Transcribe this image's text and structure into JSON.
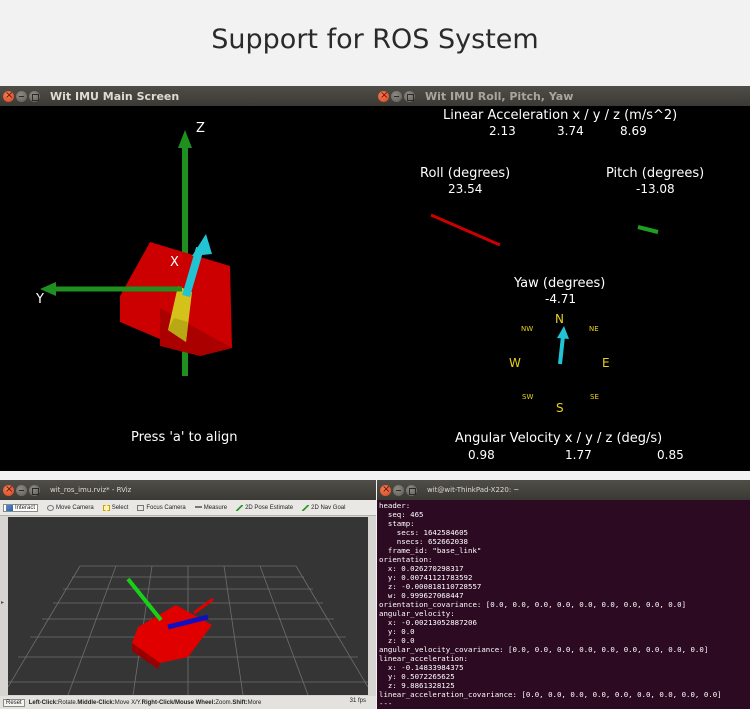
{
  "banner": {
    "title": "Support for ROS System"
  },
  "main_screen": {
    "title": "Wit IMU Main Screen",
    "axis_z": "Z",
    "axis_x": "X",
    "axis_y": "Y",
    "hint": "Press 'a' to align"
  },
  "rpy_screen": {
    "title": "Wit IMU Roll, Pitch, Yaw",
    "accel_label": "Linear Acceleration x / y / z (m/s^2)",
    "accel_x": "2.13",
    "accel_y": "3.74",
    "accel_z": "8.69",
    "roll_label": "Roll (degrees)",
    "roll_value": "23.54",
    "pitch_label": "Pitch (degrees)",
    "pitch_value": "-13.08",
    "yaw_label": "Yaw (degrees)",
    "yaw_value": "-4.71",
    "compass": {
      "n": "N",
      "ne": "NE",
      "e": "E",
      "se": "SE",
      "s": "S",
      "sw": "SW",
      "w": "W",
      "nw": "NW"
    },
    "gyro_label": "Angular Velocity x / y / z (deg/s)",
    "gyro_x": "0.98",
    "gyro_y": "1.77",
    "gyro_z": "0.85"
  },
  "rviz": {
    "title": "wit_ros_imu.rviz* - RViz",
    "tools": {
      "interact": "Interact",
      "move_camera": "Move Camera",
      "select": "Select",
      "focus_camera": "Focus Camera",
      "measure": "Measure",
      "pose_estimate": "2D Pose Estimate",
      "nav_goal": "2D Nav Goal"
    },
    "status": {
      "reset": "Reset",
      "left_click": "Left-Click:",
      "left_click_desc": " Rotate. ",
      "middle_click": "Middle-Click:",
      "middle_click_desc": " Move X/Y. ",
      "right_click": "Right-Click/Mouse Wheel:",
      "right_click_desc": " Zoom. ",
      "shift": "Shift:",
      "shift_desc": " More",
      "fps": "31 fps"
    }
  },
  "terminal": {
    "title": "wit@wit-ThinkPad-X220: ~",
    "lines": [
      "header:",
      "  seq: 465",
      "  stamp:",
      "    secs: 1642584605",
      "    nsecs: 652662038",
      "  frame_id: \"base_link\"",
      "orientation:",
      "  x: 0.026270298317",
      "  y: 0.00741121783592",
      "  z: -0.000818110728557",
      "  w: 0.999627068447",
      "orientation_covariance: [0.0, 0.0, 0.0, 0.0, 0.0, 0.0, 0.0, 0.0, 0.0]",
      "angular_velocity:",
      "  x: -0.00213052887206",
      "  y: 0.0",
      "  z: 0.0",
      "angular_velocity_covariance: [0.0, 0.0, 0.0, 0.0, 0.0, 0.0, 0.0, 0.0, 0.0]",
      "linear_acceleration:",
      "  x: -0.14833984375",
      "  y: 0.5072265625",
      "  z: 9.8861328125",
      "linear_acceleration_covariance: [0.0, 0.0, 0.0, 0.0, 0.0, 0.0, 0.0, 0.0, 0.0]",
      "---"
    ]
  },
  "colors": {
    "axis_z": "#1f8f1f",
    "axis_y": "#1f8f1f",
    "axis_x": "#22c4d4",
    "imu_box": "#cc0000",
    "imu_side": "#d4c21a",
    "compass": "#e8d21a",
    "terminal_bg": "#2c0a22"
  }
}
